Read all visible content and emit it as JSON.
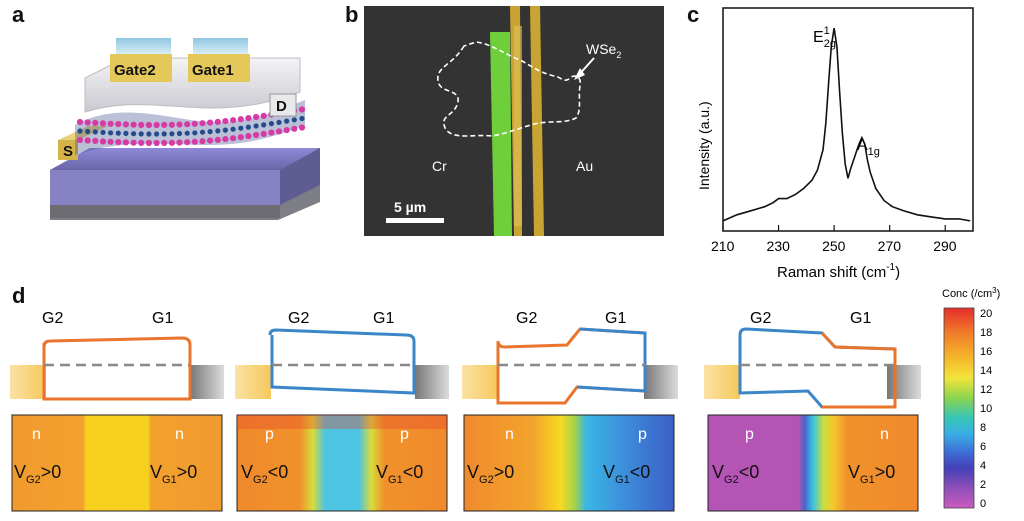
{
  "panels": {
    "a": {
      "label": "a",
      "gate2": "Gate2",
      "gate1": "Gate1",
      "source": "S",
      "drain": "D"
    },
    "b": {
      "label": "b",
      "material": "WSe",
      "material_sub": "2",
      "cr": "Cr",
      "au": "Au",
      "scalebar": "5 µm"
    },
    "c": {
      "label": "c",
      "xlabel_main": "Raman shift (cm",
      "xlabel_sup": "-1",
      "xlabel_end": ")",
      "ylabel": "Intensity (a.u.)",
      "peak1_main": "E",
      "peak1_sup": "1",
      "peak1_sub": "2g",
      "peak2_main": "A",
      "peak2_sub": "1g"
    },
    "d": {
      "label": "d",
      "colorbar_title": "Conc (/cm",
      "colorbar_title_sup": "3",
      "colorbar_title_end": ")",
      "colorbar_ticks": [
        "20",
        "18",
        "16",
        "14",
        "12",
        "10",
        "8",
        "6",
        "4",
        "2",
        "0"
      ],
      "subpanels": [
        {
          "g2": "G2",
          "g1": "G1",
          "left_type": "n",
          "right_type": "n",
          "left_sign": ">0",
          "right_sign": ">0"
        },
        {
          "g2": "G2",
          "g1": "G1",
          "left_type": "p",
          "right_type": "p",
          "left_sign": "<0",
          "right_sign": "<0"
        },
        {
          "g2": "G2",
          "g1": "G1",
          "left_type": "n",
          "right_type": "p",
          "left_sign": ">0",
          "right_sign": "<0"
        },
        {
          "g2": "G2",
          "g1": "G1",
          "left_type": "p",
          "right_type": "n",
          "left_sign": "<0",
          "right_sign": ">0"
        }
      ],
      "vg2": "V",
      "vg2_sub": "G2",
      "vg1": "V",
      "vg1_sub": "G1"
    }
  },
  "chart_data": {
    "type": "line",
    "title": "",
    "xlabel": "Raman shift (cm-1)",
    "ylabel": "Intensity (a.u.)",
    "xlim": [
      210,
      300
    ],
    "xticks": [
      210,
      230,
      250,
      270,
      290
    ],
    "annotations": [
      "E12g",
      "A1g"
    ],
    "series": [
      {
        "x": [
          210,
          215,
          220,
          225,
          228,
          230,
          233,
          236,
          239,
          242,
          244,
          246,
          247,
          248,
          249,
          250,
          251,
          252,
          253,
          254,
          255,
          256,
          257,
          258,
          259,
          260,
          261,
          262,
          263,
          265,
          268,
          271,
          275,
          280,
          285,
          290,
          295,
          299
        ],
        "y": [
          0.02,
          0.05,
          0.07,
          0.09,
          0.11,
          0.13,
          0.13,
          0.15,
          0.18,
          0.22,
          0.27,
          0.37,
          0.5,
          0.7,
          0.88,
          0.97,
          0.88,
          0.65,
          0.45,
          0.3,
          0.23,
          0.28,
          0.32,
          0.36,
          0.4,
          0.43,
          0.4,
          0.32,
          0.26,
          0.18,
          0.12,
          0.09,
          0.07,
          0.05,
          0.04,
          0.03,
          0.03,
          0.02
        ]
      }
    ]
  }
}
